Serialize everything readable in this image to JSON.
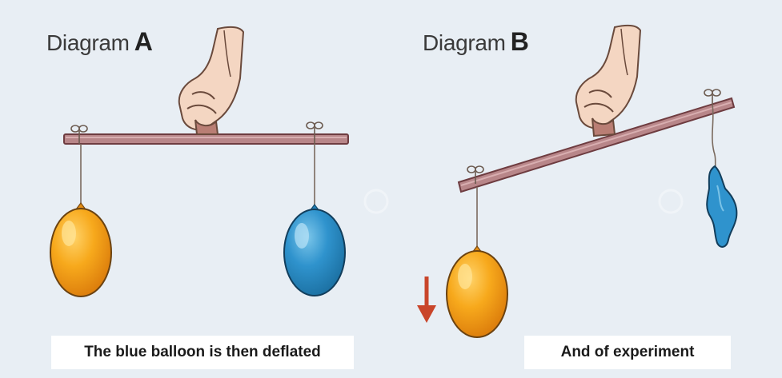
{
  "diagram_a": {
    "title_word": "Diagram",
    "title_letter": "A",
    "caption": "The blue balloon is then deflated"
  },
  "diagram_b": {
    "title_word": "Diagram",
    "title_letter": "B",
    "caption": "And of experiment"
  },
  "colors": {
    "background": "#e8eef4",
    "stick": "#b58386",
    "stick_outline": "#6e3c40",
    "orange_balloon": "#f5a21a",
    "blue_balloon": "#2c8fc9",
    "hand": "#f3d4bf",
    "arrow": "#c9452a"
  }
}
